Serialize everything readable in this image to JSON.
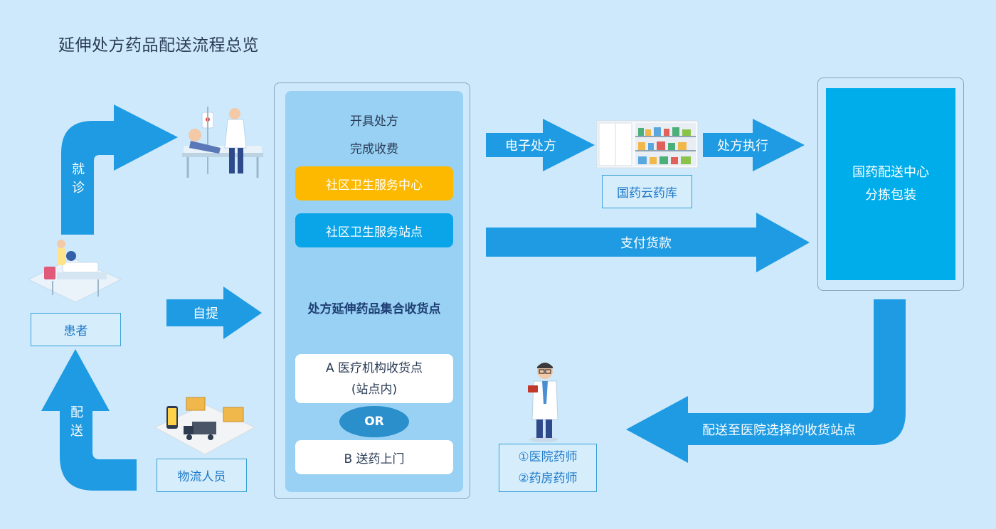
{
  "title": "延伸处方药品配送流程总览",
  "colors": {
    "background": "#cde9fb",
    "arrow": "#1e9be2",
    "accent_yellow": "#fcb900",
    "accent_blue": "#0aa5e8",
    "box_blue": "#00adeb",
    "or_pill": "#2b8fcc"
  },
  "arrows": {
    "visit": "就诊",
    "self_pickup": "自提",
    "delivery_up": "配送",
    "e_prescription": "电子处方",
    "prescription_exec": "处方执行",
    "payment": "支付货款",
    "deliver_to_station": "配送至医院选择的收货站点"
  },
  "labels": {
    "patient": "患者",
    "logistics": "物流人员",
    "cloud_pharmacy": "国药云药库",
    "pharmacist_1": "①医院药师",
    "pharmacist_2": "②药房药师"
  },
  "center_panel": {
    "line1": "开具处方",
    "line2": "完成收费",
    "btn_center": "社区卫生服务中心",
    "btn_station": "社区卫生服务站点",
    "collection_title": "处方延伸药品集合收货点",
    "option_a_line1": "A 医疗机构收货点",
    "option_a_line2": "(站点内)",
    "or_label": "OR",
    "option_b": "B 送药上门"
  },
  "distribution_center": {
    "line1": "国药配送中心",
    "line2": "分拣包装"
  },
  "icons": [
    "hospital-bed-icon",
    "patient-ward-icon",
    "logistics-icon",
    "pharmacy-shelf-icon",
    "pharmacist-icon"
  ]
}
